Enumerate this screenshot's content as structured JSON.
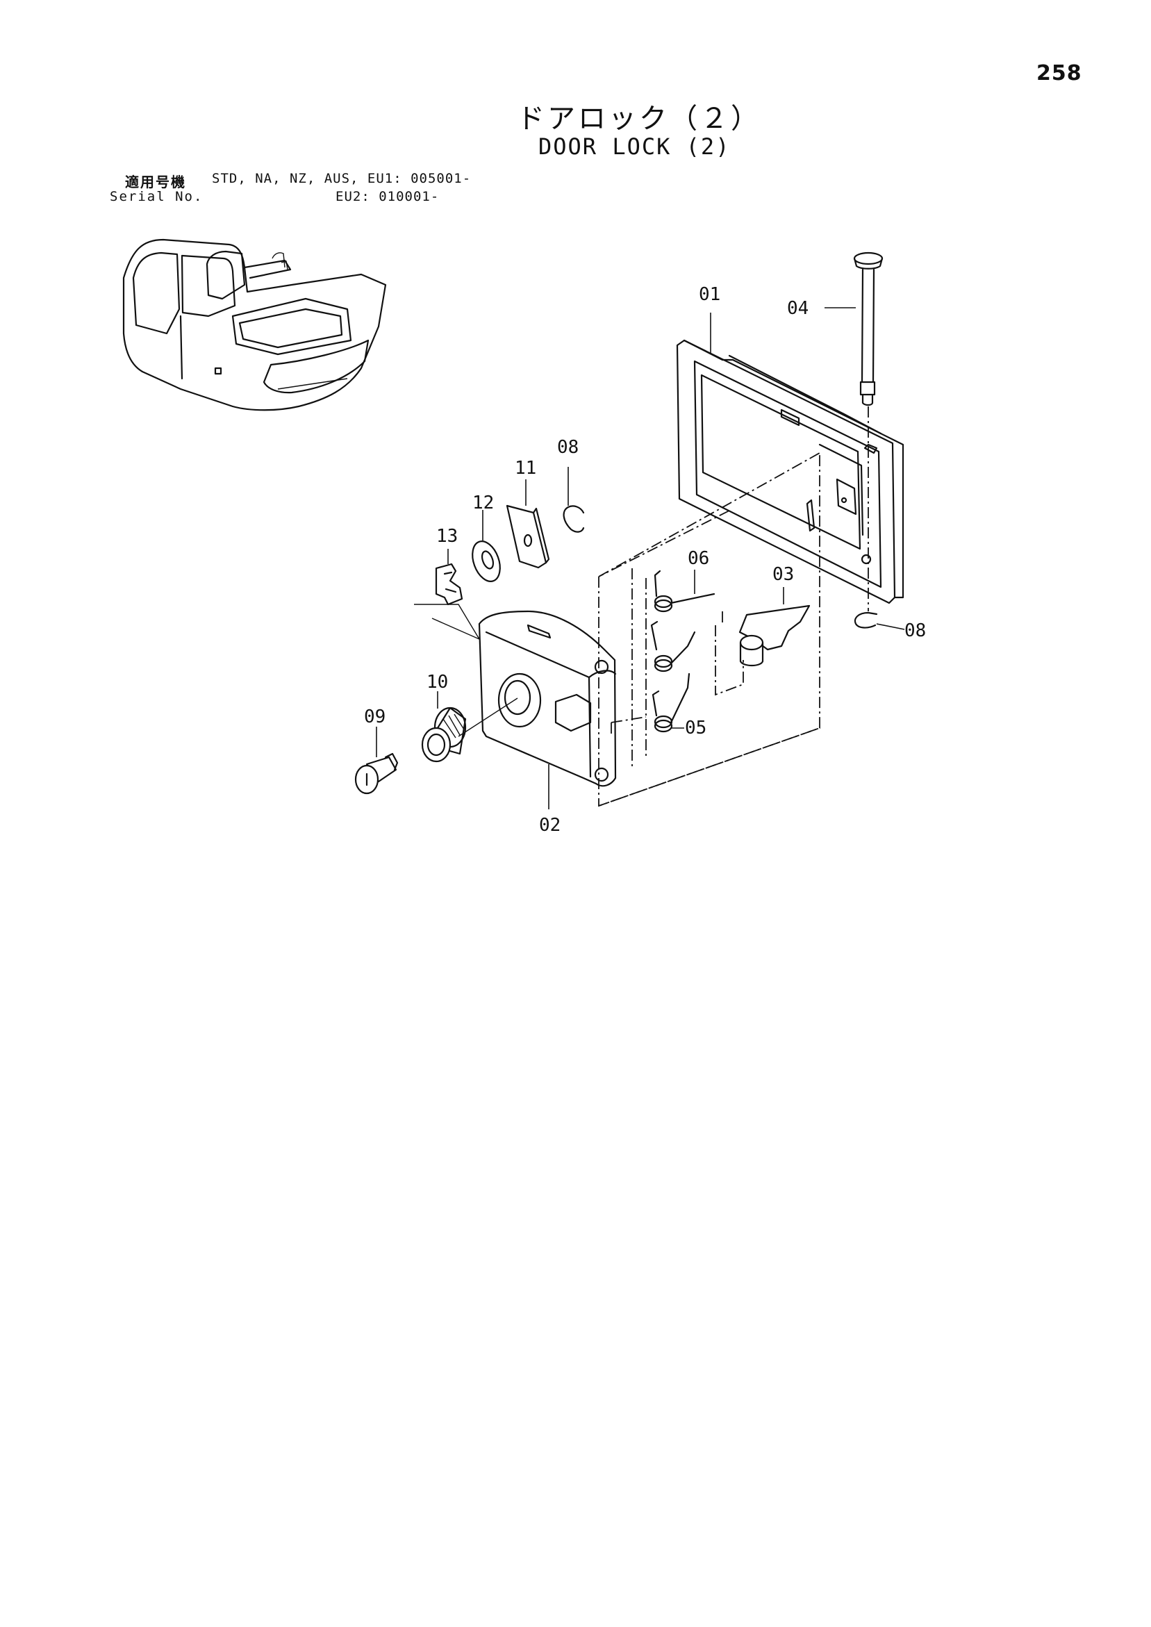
{
  "page_number": "258",
  "title_jp": "ドアロック（２）",
  "title_en": "DOOR LOCK (2)",
  "serial": {
    "label_jp": "適用号機",
    "label_en": "Serial No.",
    "line1": "STD, NA, NZ, AUS, EU1: 005001-",
    "line2": "EU2: 010001-"
  },
  "callouts": {
    "p01": "01",
    "p02": "02",
    "p03": "03",
    "p04": "04",
    "p05": "05",
    "p06": "06",
    "p08a": "08",
    "p08b": "08",
    "p09": "09",
    "p10": "10",
    "p11": "11",
    "p12": "12",
    "p13": "13"
  }
}
